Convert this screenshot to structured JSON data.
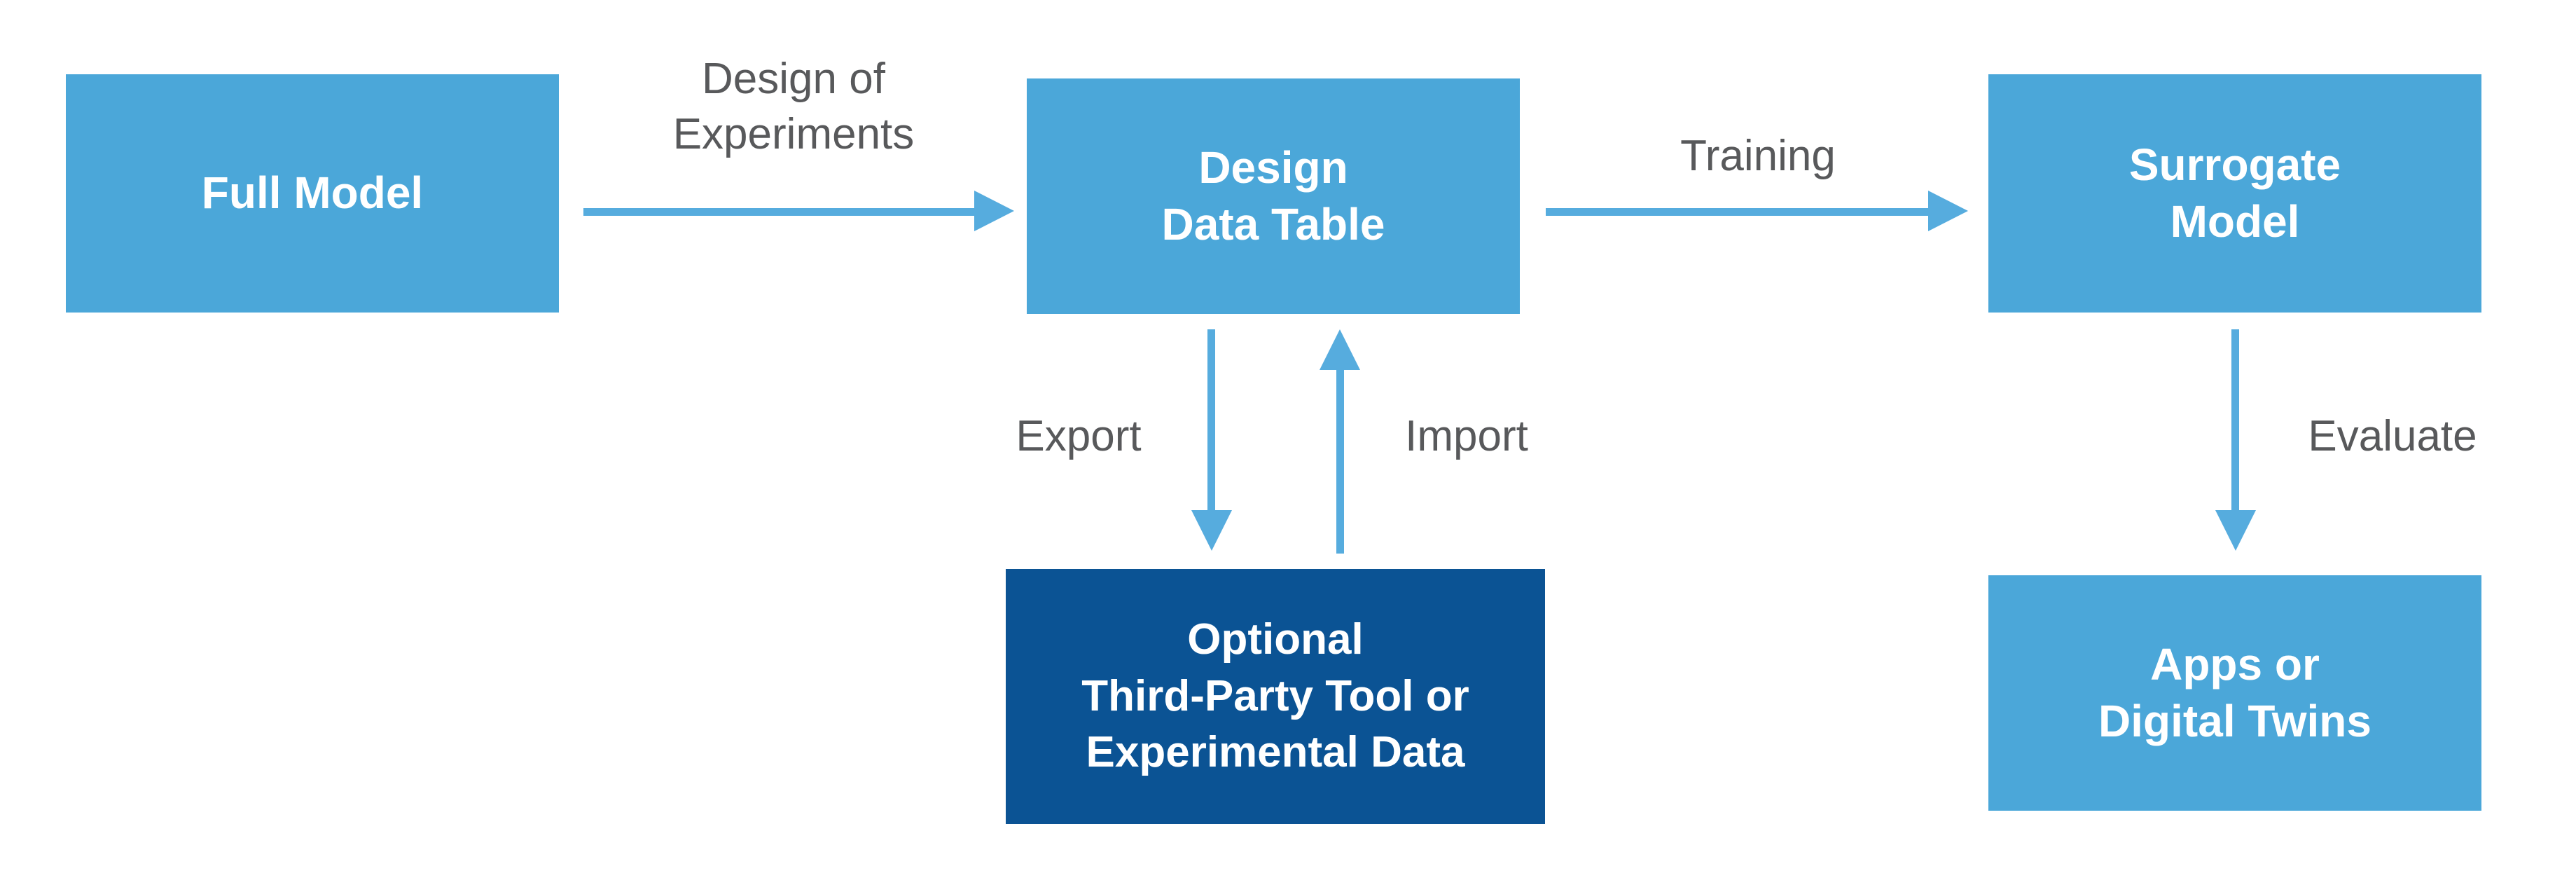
{
  "diagram": {
    "type": "flowchart",
    "background": "#FFFFFF",
    "colors": {
      "node_light": "#4BA7D9",
      "node_dark": "#0B5394",
      "arrow": "#56ACDE",
      "label_text": "#58595B",
      "node_text": "#FFFFFF"
    },
    "nodes": [
      {
        "id": "full-model",
        "variant": "light",
        "lines": [
          "Full Model"
        ]
      },
      {
        "id": "design-data-table",
        "variant": "light",
        "lines": [
          "Design",
          "Data Table"
        ]
      },
      {
        "id": "surrogate-model",
        "variant": "light",
        "lines": [
          "Surrogate",
          "Model"
        ]
      },
      {
        "id": "optional-third-party",
        "variant": "dark",
        "lines": [
          "Optional",
          "Third-Party Tool or",
          "Experimental Data"
        ]
      },
      {
        "id": "apps-digital-twins",
        "variant": "light",
        "lines": [
          "Apps or",
          "Digital Twins"
        ]
      }
    ],
    "edge_labels": [
      {
        "id": "design-of-experiments",
        "lines": [
          "Design of",
          "Experiments"
        ]
      },
      {
        "id": "training",
        "lines": [
          "Training"
        ]
      },
      {
        "id": "export",
        "lines": [
          "Export"
        ]
      },
      {
        "id": "import",
        "lines": [
          "Import"
        ]
      },
      {
        "id": "evaluate",
        "lines": [
          "Evaluate"
        ]
      }
    ],
    "edges": [
      {
        "from": "full-model",
        "to": "design-data-table",
        "label": "Design of Experiments",
        "direction": "right"
      },
      {
        "from": "design-data-table",
        "to": "surrogate-model",
        "label": "Training",
        "direction": "right"
      },
      {
        "from": "design-data-table",
        "to": "optional-third-party",
        "label": "Export",
        "direction": "down"
      },
      {
        "from": "optional-third-party",
        "to": "design-data-table",
        "label": "Import",
        "direction": "up"
      },
      {
        "from": "surrogate-model",
        "to": "apps-digital-twins",
        "label": "Evaluate",
        "direction": "down"
      }
    ]
  }
}
